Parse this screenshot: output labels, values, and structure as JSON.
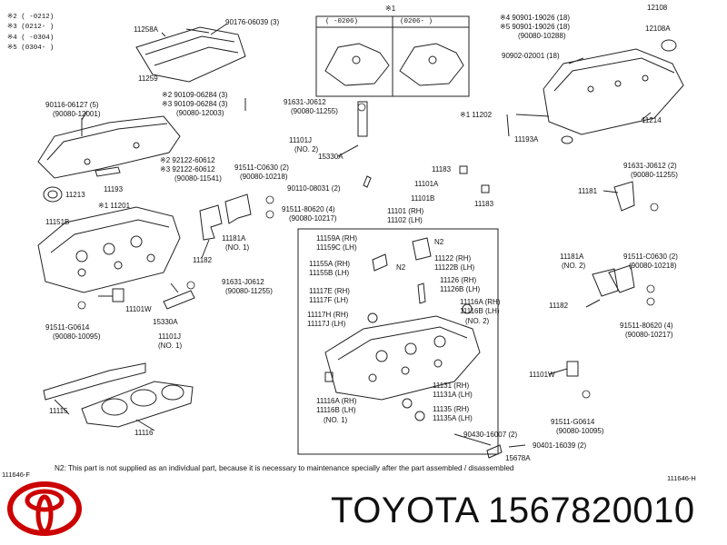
{
  "legend": {
    "l1": "※2 (     -0212)",
    "l2": "※3 (0212-     )",
    "l3": "※4 (     -0304)",
    "l4": "※5 (0304-     )"
  },
  "inset": {
    "mark": "※1",
    "left": "(      -0206)",
    "right": "(0206-      )"
  },
  "labels": {
    "p11258A": "11258A",
    "p11259": "11259",
    "p90176": "90176-06039 (3)",
    "p90109a": "※2 90109-06284 (3)",
    "p90109b": "※3 90109-06284 (3)",
    "p90080_12003": "(90080-12003)",
    "p90116": "90116-06127 (5)",
    "p90080_12001": "(90080-12001)",
    "p92122a": "※2 92122-60612",
    "p92122b": "※3 92122-60612",
    "p90080_11541": "(90080-11541)",
    "p11213": "11213",
    "p11193": "11193",
    "p11201": "※1 11201",
    "p11151B": "11151B",
    "p91511a": "91511-C0630 (2)",
    "p90080_10218a": "(90080-10218)",
    "p91631a": "91631-J0612",
    "p90080_11255a": "(90080-11255)",
    "p11101J": "11101J",
    "p11101J_no": "(NO. 2)",
    "p15330Aa": "15330A",
    "p90110": "90110-08031 (2)",
    "p91511b": "91511-80620 (4)",
    "p90080_10217a": "(90080-10217)",
    "p11181A": "11181A",
    "p11181A_no": "(NO. 1)",
    "p11182": "11182",
    "p91631b": "91631-J0612",
    "p90080_11255b": "(90080-11255)",
    "p15330Ab": "15330A",
    "p11101Jb": "11101J",
    "p11101Jb_no": "(NO. 1)",
    "p11101W": "11101W",
    "p91511c": "91511-G0614",
    "p90080_10095a": "(90080-10095)",
    "p11115": "11115",
    "p11116": "11116",
    "p90901_19026a": "※4 90901-19026 (18)",
    "p90901_19026b": "※5 90901-19026 (18)",
    "p90080_10288": "(90080-10288)",
    "p12108": "12108",
    "p12108A": "12108A",
    "p90902": "90902-02001 (18)",
    "p11202": "※1 11202",
    "p11214": "11214",
    "p11193A": "11193A",
    "p11183a": "11183",
    "p11101A": "11101A",
    "p11101B": "11101B",
    "p11101": "11101 (RH)",
    "p11102": "11102 (LH)",
    "p11183b": "11183",
    "p91631c": "91631-J0612 (2)",
    "p90080_11255c": "(90080-11255)",
    "p11181": "11181",
    "p11159A": "11159A (RH)",
    "p11159C": "11159C (LH)",
    "pN2a": "N2",
    "p11155A": "11155A (RH)",
    "p11155B": "11155B (LH)",
    "pN2b": "N2",
    "p11122": "11122 (RH)",
    "p11122B": "11122B (LH)",
    "p11126": "11126 (RH)",
    "p11126B": "11126B (LH)",
    "p11117E": "11117E (RH)",
    "p11117F": "11117F (LH)",
    "p11117H": "11117H (RH)",
    "p11117J": "11117J (LH)",
    "p11116A_r": "11116A (RH)",
    "p11116B_r": "11116B (LH)",
    "p_no2": "(NO. 2)",
    "p11116A": "11116A (RH)",
    "p11116B": "11116B (LH)",
    "p_no1": "(NO. 1)",
    "p11131": "11131 (RH)",
    "p11131A": "11131A (LH)",
    "p11135": "11135 (RH)",
    "p11135A": "11135A (LH)",
    "p11181A_2": "11181A",
    "p11181A_2no": "(NO. 2)",
    "p91511d": "91511-C0630 (2)",
    "p90080_10218b": "(90080-10218)",
    "p11182b": "11182",
    "p91511e": "91511-80620 (4)",
    "p90080_10217b": "(90080-10217)",
    "p11101Wb": "11101W",
    "p91511f": "91511-G0614",
    "p90080_10095b": "(90080-10095)",
    "p90430": "90430-16007 (2)",
    "p90401": "90401-16039 (2)",
    "p15678A": "15678A"
  },
  "footer": {
    "ref_left": "111646-F",
    "ref_right": "111646-H",
    "note": "N2: This part is not supplied as an individual part, because it is necessary to maintenance specially after the part assembled / disassembled"
  },
  "brand": {
    "text": "TOYOTA 1567820010",
    "logo_color": "#cc0000"
  }
}
